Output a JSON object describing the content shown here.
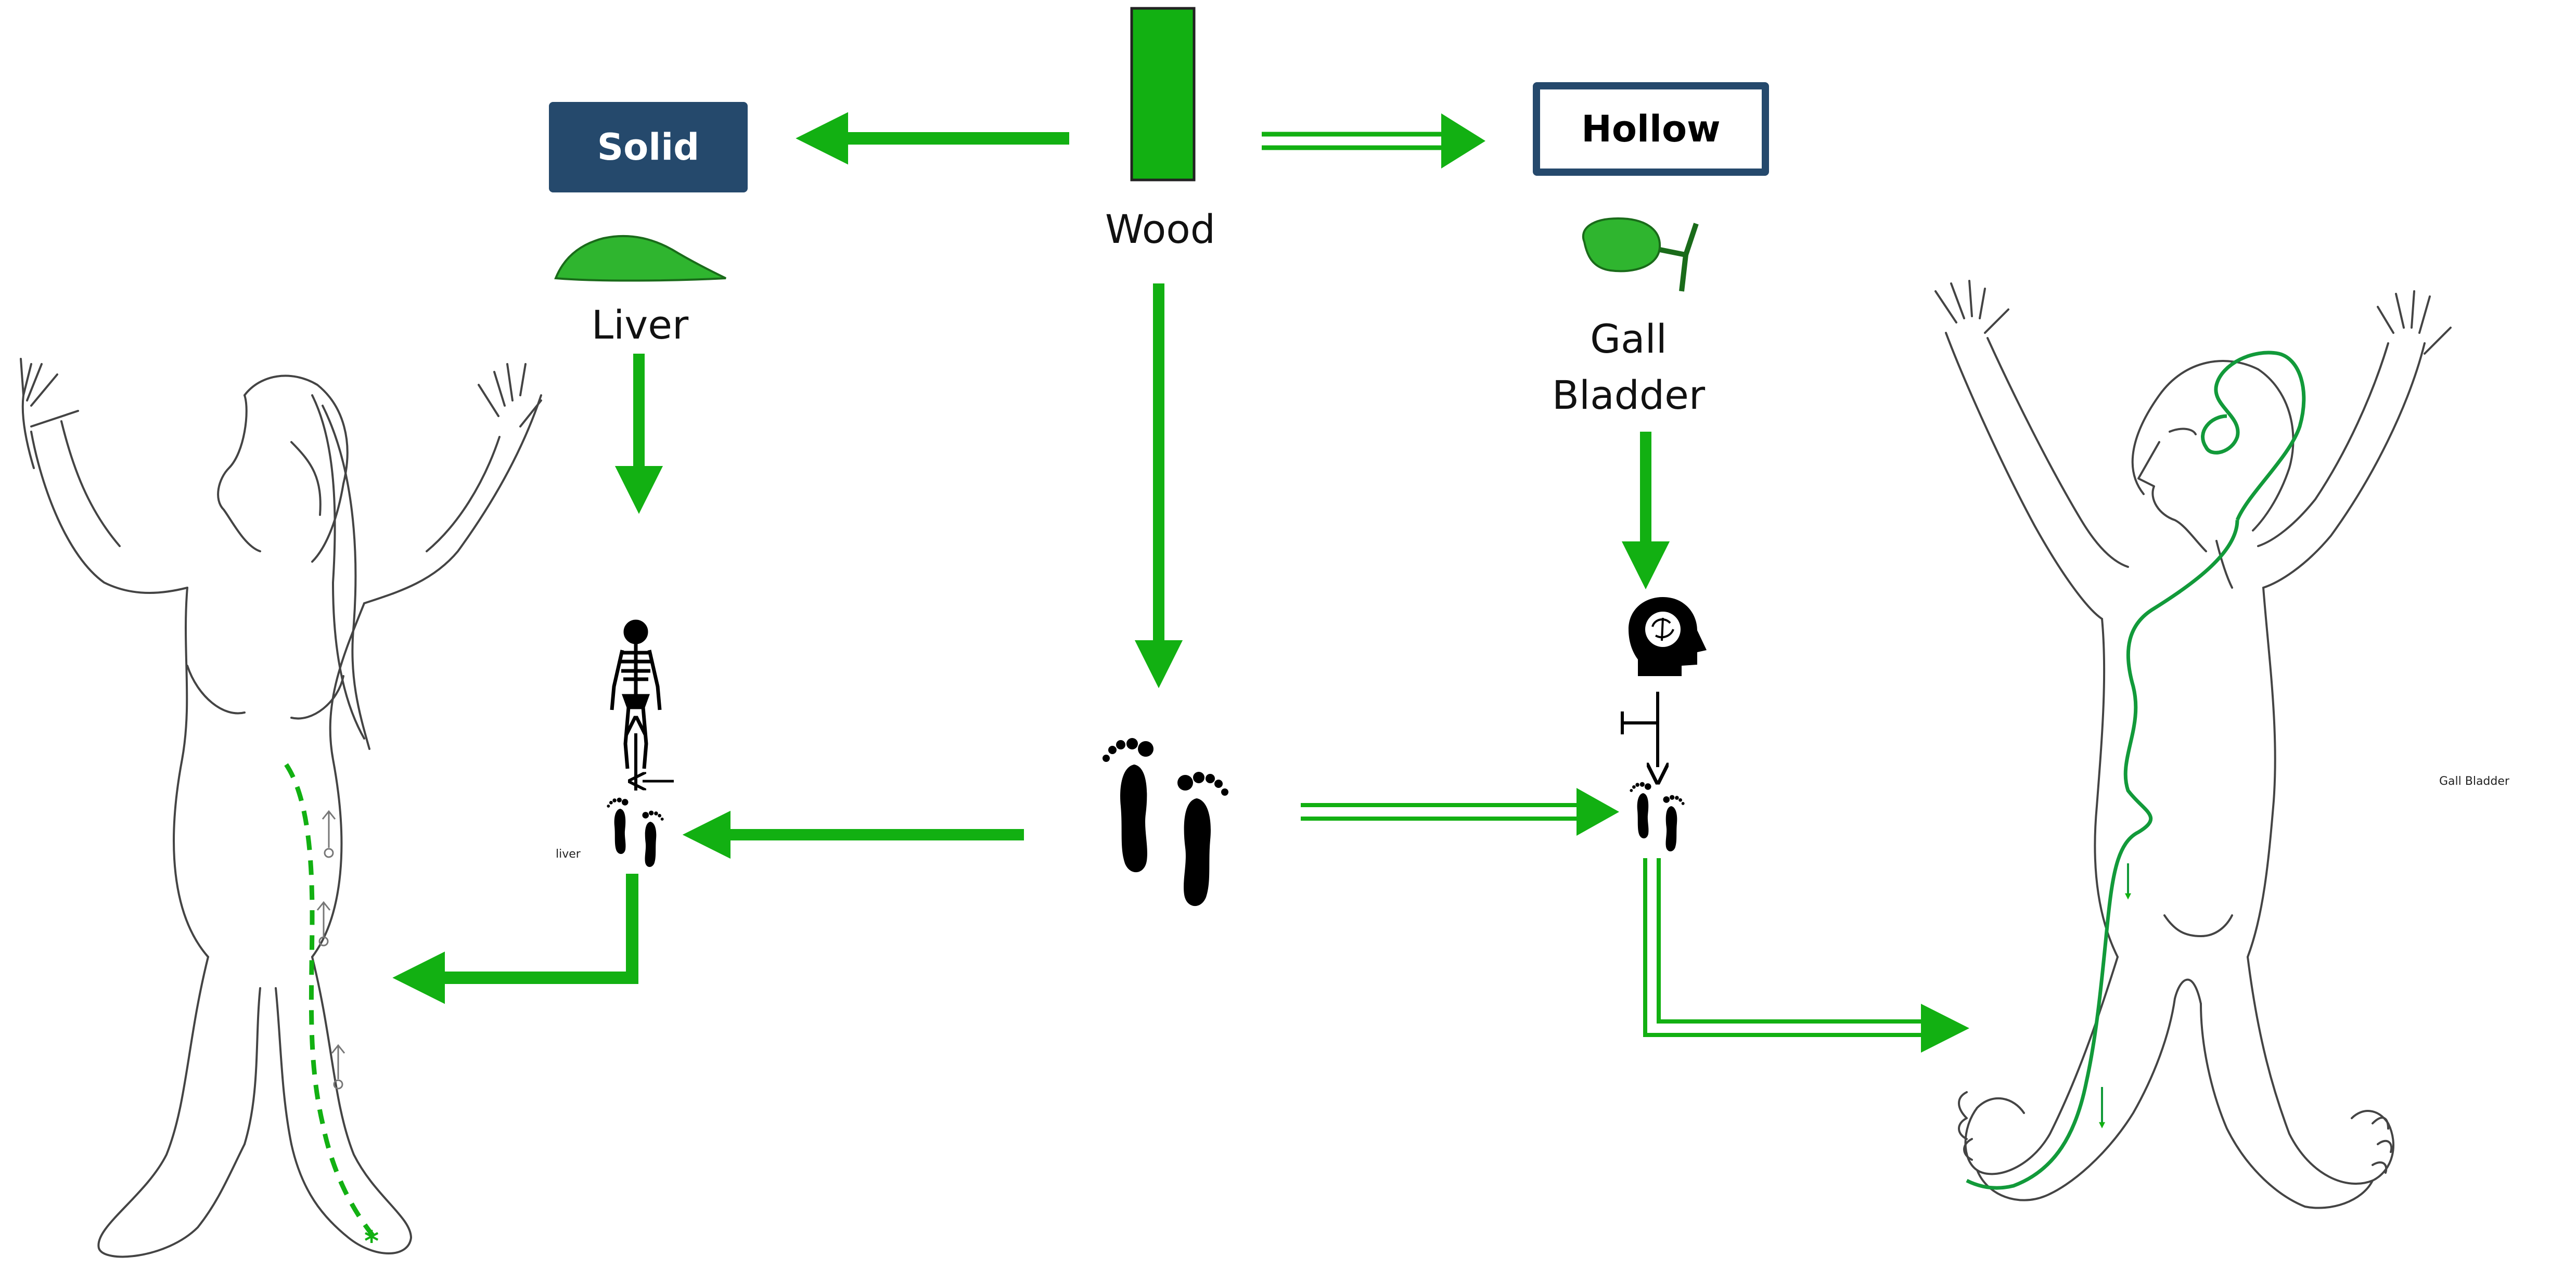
{
  "element": {
    "source": "Wood",
    "color": "#12b012"
  },
  "solid": {
    "label": "Solid",
    "organ": "Liver",
    "meridian_caption": "liver",
    "box_color": "#25496c"
  },
  "hollow": {
    "label": "Hollow",
    "organ_line1": "Gall",
    "organ_line2": "Bladder",
    "meridian_caption": "Gall Bladder",
    "box_color": "#25496c"
  },
  "icons": [
    "wood-element-block-icon",
    "liver-organ-icon",
    "gall-bladder-organ-icon",
    "skeleton-icon",
    "head-brain-icon",
    "footprints-icon",
    "female-body-outline-icon",
    "male-body-outline-icon"
  ],
  "arrow_styles": {
    "solid_path": "solid",
    "hollow_path": "double-line"
  }
}
